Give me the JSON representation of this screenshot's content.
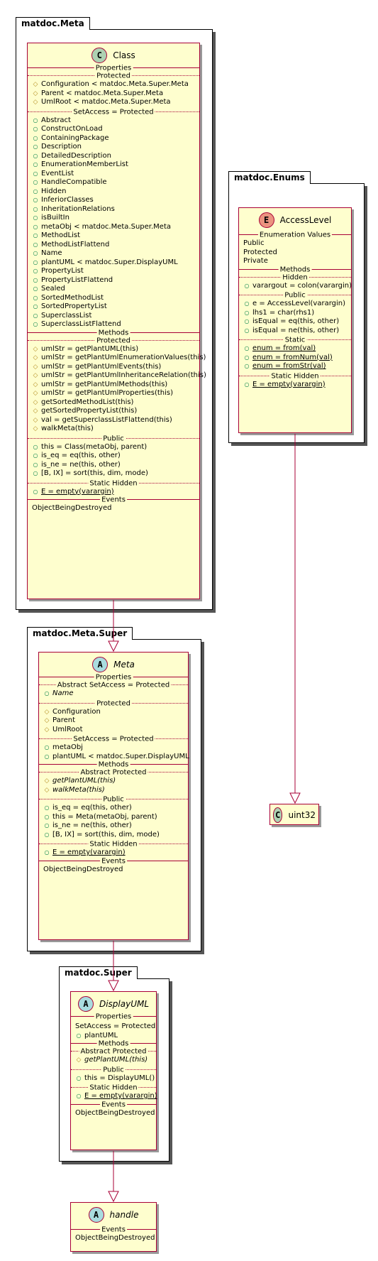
{
  "packages": {
    "meta": "matdoc.Meta",
    "super_meta": "matdoc.Meta.Super",
    "super": "matdoc.Super",
    "enums": "matdoc.Enums"
  },
  "class_class": {
    "badge": "C",
    "name": "Class",
    "properties": "Properties",
    "protected": "Protected",
    "protected_items": [
      "Configuration < matdoc.Meta.Super.Meta",
      "Parent < matdoc.Meta.Super.Meta",
      "UmlRoot < matdoc.Meta.Super.Meta"
    ],
    "setaccess": "SetAccess = Protected",
    "setaccess_items": [
      "Abstract",
      "ConstructOnLoad",
      "ContainingPackage",
      "Description",
      "DetailedDescription",
      "EnumerationMemberList",
      "EventList",
      "HandleCompatible",
      "Hidden",
      "InferiorClasses",
      "InheritationRelations",
      "isBuiltIn",
      "metaObj < matdoc.Meta.Super.Meta",
      "MethodList",
      "MethodListFlattend",
      "Name",
      "plantUML < matdoc.Super.DisplayUML",
      "PropertyList",
      "PropertyListFlattend",
      "Sealed",
      "SortedMethodList",
      "SortedPropertyList",
      "SuperclassList",
      "SuperclassListFlattend"
    ],
    "methods": "Methods",
    "m_protected": "Protected",
    "m_protected_items": [
      "umlStr = getPlantUML(this)",
      "umlStr = getPlantUmlEnumerationValues(this)",
      "umlStr = getPlantUmlEvents(this)",
      "umlStr = getPlantUmlInheritanceRelation(this)",
      "umlStr = getPlantUmlMethods(this)",
      "umlStr = getPlantUmlProperties(this)",
      "getSortedMethodList(this)",
      "getSortedPropertyList(this)",
      "val = getSuperclassListFlattend(this)",
      "walkMeta(this)"
    ],
    "m_public": "Public",
    "m_public_items": [
      "this = Class(metaObj, parent)",
      "is_eq = eq(this, other)",
      "is_ne = ne(this, other)",
      "[B, IX] = sort(this, dim, mode)"
    ],
    "m_static_hidden": "Static Hidden",
    "m_static_hidden_items": [
      "E = empty(varargin)"
    ],
    "events": "Events",
    "event_items": [
      "ObjectBeingDestroyed"
    ]
  },
  "class_meta": {
    "badge": "A",
    "name": "Meta",
    "properties": "Properties",
    "abstract_setaccess": "Abstract  SetAccess = Protected",
    "abstract_setaccess_items": [
      "Name"
    ],
    "protected": "Protected",
    "protected_items": [
      "Configuration",
      "Parent",
      "UmlRoot"
    ],
    "setaccess": "SetAccess = Protected",
    "setaccess_items": [
      "metaObj",
      "plantUML < matdoc.Super.DisplayUML"
    ],
    "methods": "Methods",
    "m_abstract_protected": "Abstract Protected",
    "m_abstract_protected_items": [
      "getPlantUML(this)",
      "walkMeta(this)"
    ],
    "m_public": "Public",
    "m_public_items": [
      "is_eq = eq(this, other)",
      "this = Meta(metaObj, parent)",
      "is_ne = ne(this, other)",
      "[B, IX] = sort(this, dim, mode)"
    ],
    "m_static_hidden": "Static Hidden",
    "m_static_hidden_items": [
      "E = empty(varargin)"
    ],
    "events": "Events",
    "event_items": [
      "ObjectBeingDestroyed"
    ]
  },
  "class_displayuml": {
    "badge": "A",
    "name": "DisplayUML",
    "properties": "Properties",
    "setaccess": "SetAccess = Protected",
    "setaccess_items": [
      "plantUML"
    ],
    "methods": "Methods",
    "m_abstract_protected": "Abstract Protected",
    "m_abstract_protected_items": [
      "getPlantUML(this)"
    ],
    "m_public": "Public",
    "m_public_items": [
      "this = DisplayUML()"
    ],
    "m_static_hidden": "Static Hidden",
    "m_static_hidden_items": [
      "E = empty(varargin)"
    ],
    "events": "Events",
    "event_items": [
      "ObjectBeingDestroyed"
    ]
  },
  "class_handle": {
    "badge": "A",
    "name": "handle",
    "events": "Events",
    "event_items": [
      "ObjectBeingDestroyed"
    ]
  },
  "class_accesslevel": {
    "badge": "E",
    "name": "AccessLevel",
    "enum_values": "Enumeration Values",
    "enum_items": [
      "Public",
      "Protected",
      "Private"
    ],
    "methods": "Methods",
    "m_hidden": "Hidden",
    "m_hidden_items": [
      "varargout = colon(varargin)"
    ],
    "m_public": "Public",
    "m_public_items": [
      "e = AccessLevel(varargin)",
      "lhs1 = char(rhs1)",
      "isEqual = eq(this, other)",
      "isEqual = ne(this, other)"
    ],
    "m_static": "Static",
    "m_static_items": [
      "enum = from(val)",
      "enum = fromNum(val)",
      "enum = fromStr(val)"
    ],
    "m_static_hidden": "Static Hidden",
    "m_static_hidden_items": [
      "E = empty(varargin)"
    ]
  },
  "class_uint32": {
    "badge": "C",
    "name": "uint32"
  }
}
